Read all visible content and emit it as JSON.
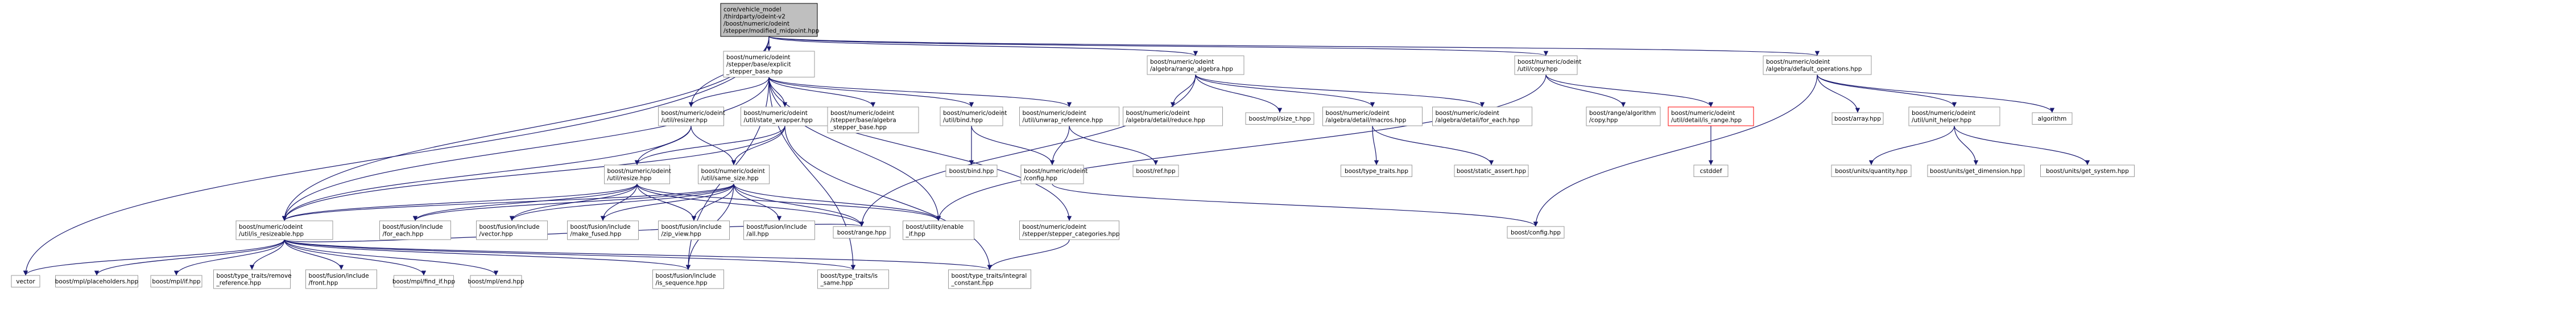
{
  "colors": {
    "edge": "#191970",
    "node_border": "#999999",
    "node_fill": "#ffffff",
    "root_fill": "#bfbfbf",
    "root_border": "#000000",
    "missing_border": "#ff0000"
  },
  "nodes": [
    {
      "id": "root",
      "lines": [
        "core/vehicle_model",
        "/thirdparty/odeint-v2",
        "/boost/numeric/odeint",
        "/stepper/modified_midpoint.hpp"
      ],
      "style": "root"
    },
    {
      "id": "explicit_stepper_base",
      "lines": [
        "boost/numeric/odeint",
        "/stepper/base/explicit",
        "_stepper_base.hpp"
      ]
    },
    {
      "id": "range_algebra",
      "lines": [
        "boost/numeric/odeint",
        "/algebra/range_algebra.hpp"
      ]
    },
    {
      "id": "util_copy",
      "lines": [
        "boost/numeric/odeint",
        "/util/copy.hpp"
      ]
    },
    {
      "id": "default_operations",
      "lines": [
        "boost/numeric/odeint",
        "/algebra/default_operations.hpp"
      ]
    },
    {
      "id": "util_resizer",
      "lines": [
        "boost/numeric/odeint",
        "/util/resizer.hpp"
      ]
    },
    {
      "id": "state_wrapper",
      "lines": [
        "boost/numeric/odeint",
        "/util/state_wrapper.hpp"
      ]
    },
    {
      "id": "algebra_stepper_base",
      "lines": [
        "boost/numeric/odeint",
        "/stepper/base/algebra",
        "_stepper_base.hpp"
      ]
    },
    {
      "id": "util_bind",
      "lines": [
        "boost/numeric/odeint",
        "/util/bind.hpp"
      ]
    },
    {
      "id": "unwrap_reference",
      "lines": [
        "boost/numeric/odeint",
        "/util/unwrap_reference.hpp"
      ]
    },
    {
      "id": "detail_reduce",
      "lines": [
        "boost/numeric/odeint",
        "/algebra/detail/reduce.hpp"
      ]
    },
    {
      "id": "mpl_size_t",
      "lines": [
        "boost/mpl/size_t.hpp"
      ]
    },
    {
      "id": "detail_macros",
      "lines": [
        "boost/numeric/odeint",
        "/algebra/detail/macros.hpp"
      ]
    },
    {
      "id": "detail_for_each",
      "lines": [
        "boost/numeric/odeint",
        "/algebra/detail/for_each.hpp"
      ]
    },
    {
      "id": "range_algorithm_copy",
      "lines": [
        "boost/range/algorithm",
        "/copy.hpp"
      ]
    },
    {
      "id": "is_range",
      "lines": [
        "boost/numeric/odeint",
        "/util/detail/is_range.hpp"
      ],
      "style": "missing"
    },
    {
      "id": "array",
      "lines": [
        "boost/array.hpp"
      ]
    },
    {
      "id": "unit_helper",
      "lines": [
        "boost/numeric/odeint",
        "/util/unit_helper.hpp"
      ]
    },
    {
      "id": "algorithm",
      "lines": [
        "algorithm"
      ]
    },
    {
      "id": "util_resize",
      "lines": [
        "boost/numeric/odeint",
        "/util/resize.hpp"
      ]
    },
    {
      "id": "same_size",
      "lines": [
        "boost/numeric/odeint",
        "/util/same_size.hpp"
      ]
    },
    {
      "id": "boost_bind",
      "lines": [
        "boost/bind.hpp"
      ]
    },
    {
      "id": "odeint_config",
      "lines": [
        "boost/numeric/odeint",
        "/config.hpp"
      ]
    },
    {
      "id": "boost_ref",
      "lines": [
        "boost/ref.hpp"
      ]
    },
    {
      "id": "type_traits",
      "lines": [
        "boost/type_traits.hpp"
      ]
    },
    {
      "id": "static_assert",
      "lines": [
        "boost/static_assert.hpp"
      ]
    },
    {
      "id": "cstddef",
      "lines": [
        "cstddef"
      ]
    },
    {
      "id": "units_quantity",
      "lines": [
        "boost/units/quantity.hpp"
      ]
    },
    {
      "id": "units_get_dimension",
      "lines": [
        "boost/units/get_dimension.hpp"
      ]
    },
    {
      "id": "units_get_system",
      "lines": [
        "boost/units/get_system.hpp"
      ]
    },
    {
      "id": "is_resizeable",
      "lines": [
        "boost/numeric/odeint",
        "/util/is_resizeable.hpp"
      ]
    },
    {
      "id": "fusion_for_each",
      "lines": [
        "boost/fusion/include",
        "/for_each.hpp"
      ]
    },
    {
      "id": "fusion_vector",
      "lines": [
        "boost/fusion/include",
        "/vector.hpp"
      ]
    },
    {
      "id": "fusion_make_fused",
      "lines": [
        "boost/fusion/include",
        "/make_fused.hpp"
      ]
    },
    {
      "id": "fusion_zip_view",
      "lines": [
        "boost/fusion/include",
        "/zip_view.hpp"
      ]
    },
    {
      "id": "fusion_all",
      "lines": [
        "boost/fusion/include",
        "/all.hpp"
      ]
    },
    {
      "id": "range_hpp",
      "lines": [
        "boost/range.hpp"
      ]
    },
    {
      "id": "enable_if",
      "lines": [
        "boost/utility/enable",
        "_if.hpp"
      ]
    },
    {
      "id": "stepper_categories",
      "lines": [
        "boost/numeric/odeint",
        "/stepper/stepper_categories.hpp"
      ]
    },
    {
      "id": "boost_config",
      "lines": [
        "boost/config.hpp"
      ]
    },
    {
      "id": "vector",
      "lines": [
        "vector"
      ]
    },
    {
      "id": "mpl_placeholders",
      "lines": [
        "boost/mpl/placeholders.hpp"
      ]
    },
    {
      "id": "mpl_if",
      "lines": [
        "boost/mpl/if.hpp"
      ]
    },
    {
      "id": "remove_reference",
      "lines": [
        "boost/type_traits/remove",
        "_reference.hpp"
      ]
    },
    {
      "id": "fusion_front",
      "lines": [
        "boost/fusion/include",
        "/front.hpp"
      ]
    },
    {
      "id": "mpl_find_if",
      "lines": [
        "boost/mpl/find_if.hpp"
      ]
    },
    {
      "id": "mpl_end",
      "lines": [
        "boost/mpl/end.hpp"
      ]
    },
    {
      "id": "fusion_is_sequence",
      "lines": [
        "boost/fusion/include",
        "/is_sequence.hpp"
      ]
    },
    {
      "id": "is_same",
      "lines": [
        "boost/type_traits/is",
        "_same.hpp"
      ]
    },
    {
      "id": "integral_constant",
      "lines": [
        "boost/type_traits/integral",
        "_constant.hpp"
      ]
    }
  ],
  "edges": [
    [
      "root",
      "explicit_stepper_base"
    ],
    [
      "root",
      "range_algebra"
    ],
    [
      "root",
      "util_copy"
    ],
    [
      "root",
      "default_operations"
    ],
    [
      "root",
      "util_resizer"
    ],
    [
      "root",
      "is_resizeable"
    ],
    [
      "root",
      "vector"
    ],
    [
      "explicit_stepper_base",
      "util_resizer"
    ],
    [
      "explicit_stepper_base",
      "state_wrapper"
    ],
    [
      "explicit_stepper_base",
      "algebra_stepper_base"
    ],
    [
      "explicit_stepper_base",
      "util_bind"
    ],
    [
      "explicit_stepper_base",
      "unwrap_reference"
    ],
    [
      "explicit_stepper_base",
      "enable_if"
    ],
    [
      "explicit_stepper_base",
      "stepper_categories"
    ],
    [
      "explicit_stepper_base",
      "is_resizeable"
    ],
    [
      "explicit_stepper_base",
      "fusion_is_sequence"
    ],
    [
      "explicit_stepper_base",
      "is_same"
    ],
    [
      "range_algebra",
      "detail_reduce"
    ],
    [
      "range_algebra",
      "mpl_size_t"
    ],
    [
      "range_algebra",
      "detail_macros"
    ],
    [
      "range_algebra",
      "detail_for_each"
    ],
    [
      "range_algebra",
      "range_hpp"
    ],
    [
      "util_copy",
      "range_algorithm_copy"
    ],
    [
      "util_copy",
      "is_range"
    ],
    [
      "util_copy",
      "enable_if"
    ],
    [
      "default_operations",
      "array"
    ],
    [
      "default_operations",
      "unit_helper"
    ],
    [
      "default_operations",
      "algorithm"
    ],
    [
      "default_operations",
      "boost_config"
    ],
    [
      "util_resizer",
      "util_resize"
    ],
    [
      "util_resizer",
      "same_size"
    ],
    [
      "util_resizer",
      "is_resizeable"
    ],
    [
      "state_wrapper",
      "util_resize"
    ],
    [
      "state_wrapper",
      "same_size"
    ],
    [
      "state_wrapper",
      "is_resizeable"
    ],
    [
      "state_wrapper",
      "integral_constant"
    ],
    [
      "util_bind",
      "boost_bind"
    ],
    [
      "util_bind",
      "odeint_config"
    ],
    [
      "unwrap_reference",
      "odeint_config"
    ],
    [
      "unwrap_reference",
      "boost_ref"
    ],
    [
      "detail_macros",
      "type_traits"
    ],
    [
      "detail_macros",
      "static_assert"
    ],
    [
      "is_range",
      "cstddef"
    ],
    [
      "unit_helper",
      "units_quantity"
    ],
    [
      "unit_helper",
      "units_get_dimension"
    ],
    [
      "unit_helper",
      "units_get_system"
    ],
    [
      "util_resize",
      "is_resizeable"
    ],
    [
      "util_resize",
      "fusion_for_each"
    ],
    [
      "util_resize",
      "fusion_vector"
    ],
    [
      "util_resize",
      "fusion_make_fused"
    ],
    [
      "util_resize",
      "fusion_zip_view"
    ],
    [
      "util_resize",
      "range_hpp"
    ],
    [
      "util_resize",
      "enable_if"
    ],
    [
      "same_size",
      "is_resizeable"
    ],
    [
      "same_size",
      "fusion_vector"
    ],
    [
      "same_size",
      "fusion_make_fused"
    ],
    [
      "same_size",
      "fusion_zip_view"
    ],
    [
      "same_size",
      "fusion_all"
    ],
    [
      "same_size",
      "range_hpp"
    ],
    [
      "same_size",
      "enable_if"
    ],
    [
      "same_size",
      "fusion_for_each"
    ],
    [
      "same_size",
      "fusion_is_sequence"
    ],
    [
      "odeint_config",
      "boost_config"
    ],
    [
      "is_resizeable",
      "vector"
    ],
    [
      "is_resizeable",
      "mpl_placeholders"
    ],
    [
      "is_resizeable",
      "mpl_if"
    ],
    [
      "is_resizeable",
      "remove_reference"
    ],
    [
      "is_resizeable",
      "fusion_front"
    ],
    [
      "is_resizeable",
      "mpl_find_if"
    ],
    [
      "is_resizeable",
      "mpl_end"
    ],
    [
      "is_resizeable",
      "fusion_is_sequence"
    ],
    [
      "is_resizeable",
      "is_same"
    ],
    [
      "is_resizeable",
      "integral_constant"
    ],
    [
      "is_resizeable",
      "range_hpp"
    ],
    [
      "stepper_categories",
      "integral_constant"
    ]
  ]
}
